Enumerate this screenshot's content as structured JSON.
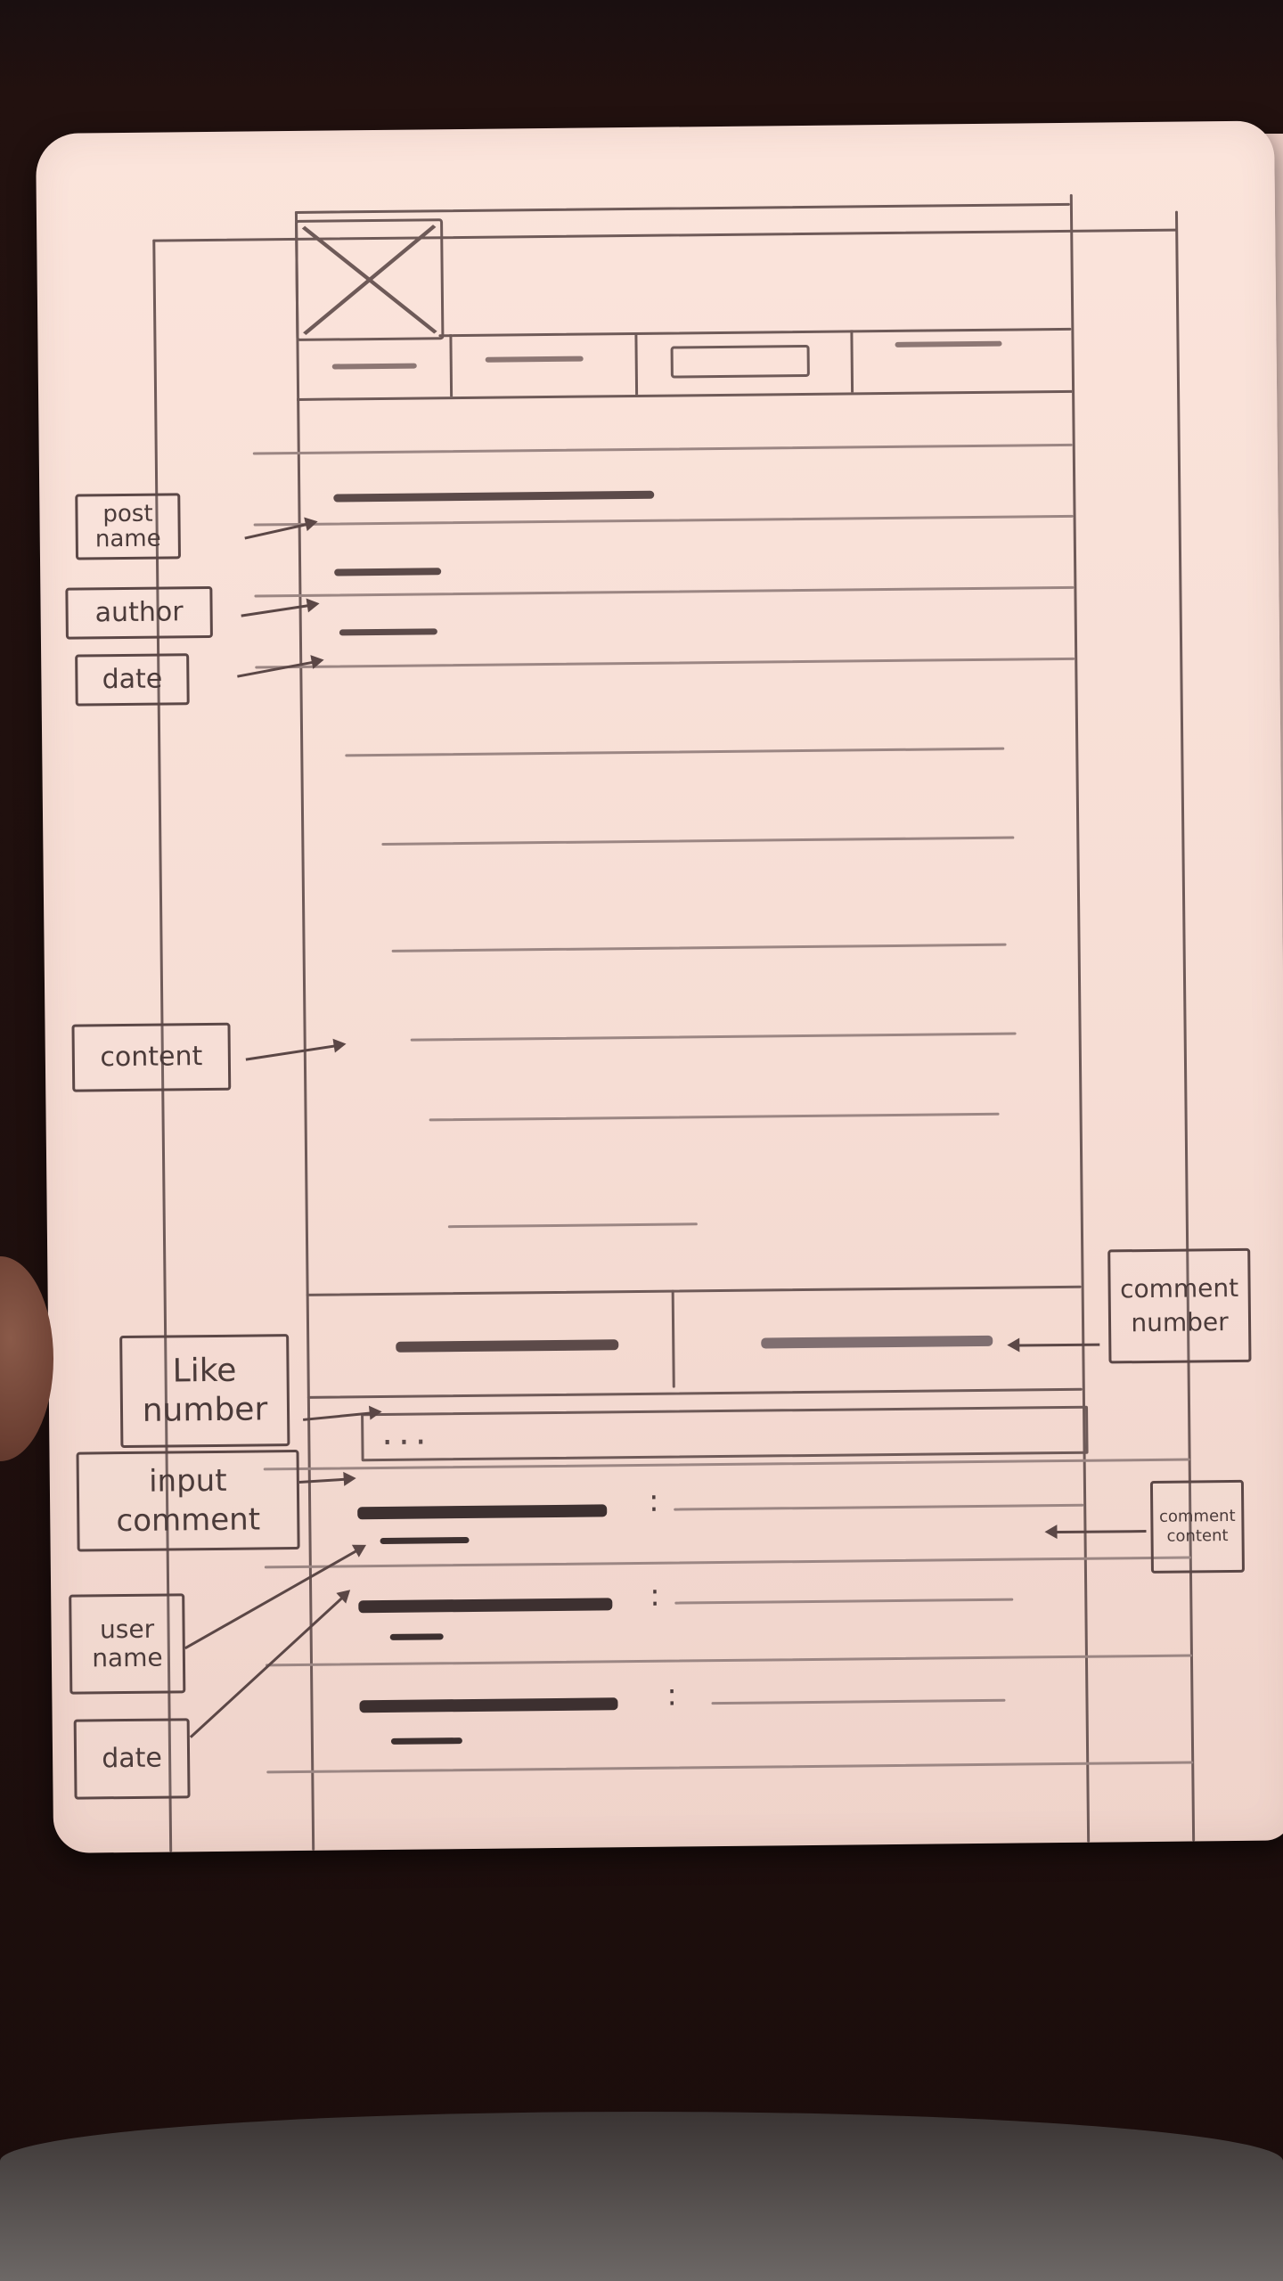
{
  "annotations": {
    "post_name": "post name",
    "author": "author",
    "date_top": "date",
    "content": "content",
    "like_number": "Like number",
    "comment_number": "comment number",
    "input_comment": "input comment",
    "comment_content": "comment content",
    "user_name": "user name",
    "date_bottom": "date"
  },
  "input": {
    "placeholder": "..."
  },
  "comments_separator": ":",
  "comment_count": 3
}
